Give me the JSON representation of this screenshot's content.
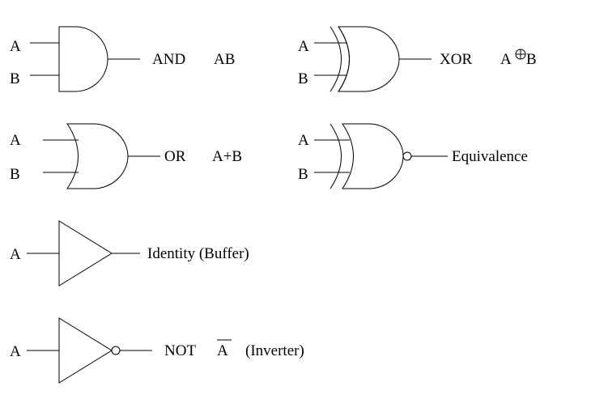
{
  "gates": {
    "and": {
      "input_a": "A",
      "input_b": "B",
      "name": "AND",
      "expression": "AB"
    },
    "xor": {
      "input_a": "A",
      "input_b": "B",
      "name": "XOR",
      "expr_left": "A",
      "expr_right": "B"
    },
    "or": {
      "input_a": "A",
      "input_b": "B",
      "name": "OR",
      "expression": "A+B"
    },
    "xnor": {
      "input_a": "A",
      "input_b": "B",
      "name": "Equivalence"
    },
    "buffer": {
      "input": "A",
      "name": "Identity (Buffer)"
    },
    "not": {
      "input": "A",
      "name": "NOT",
      "expression": "A",
      "note": "(Inverter)"
    }
  },
  "icons": {
    "xor_operator": "circled-plus-icon",
    "not_overbar": "overbar-icon"
  },
  "colors": {
    "line": "#000000",
    "background": "#ffffff"
  }
}
